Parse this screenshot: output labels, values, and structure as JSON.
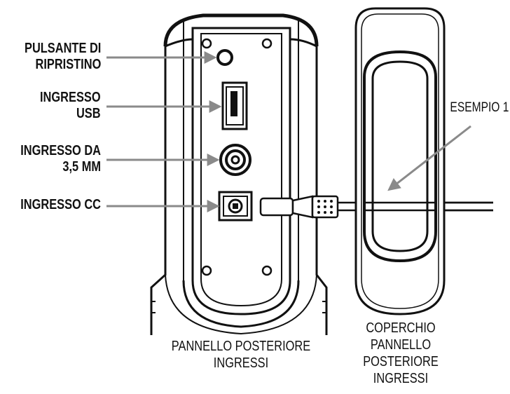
{
  "labels": {
    "reset_button": [
      "PULSANTE DI",
      "RIPRISTINO"
    ],
    "usb_input": [
      "INGRESSO",
      "USB"
    ],
    "audio_input": [
      "INGRESSO DA",
      "3,5 MM"
    ],
    "dc_input": [
      "INGRESSO CC"
    ],
    "example": [
      "ESEMPIO 1"
    ]
  },
  "captions": {
    "back_panel": [
      "PANNELLO POSTERIORE",
      "INGRESSI"
    ],
    "cover": [
      "COPERCHIO",
      "PANNELLO",
      "POSTERIORE",
      "INGRESSI"
    ]
  },
  "colors": {
    "outline": "#111111",
    "leader_arrow": "#8a8a8a",
    "background": "#ffffff"
  }
}
